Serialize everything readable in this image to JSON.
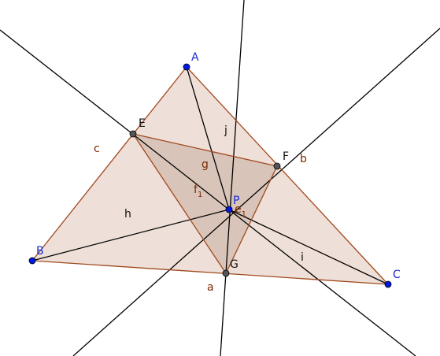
{
  "points": {
    "A": {
      "label": "A"
    },
    "B": {
      "label": "B"
    },
    "C": {
      "label": "C"
    },
    "E": {
      "label": "E"
    },
    "F": {
      "label": "F"
    },
    "G": {
      "label": "G"
    },
    "P": {
      "label": "P"
    }
  },
  "segments": {
    "a": {
      "label": "a"
    },
    "b": {
      "label": "b"
    },
    "c": {
      "label": "c"
    },
    "g": {
      "label": "g"
    },
    "h": {
      "label": "h"
    },
    "i": {
      "label": "i"
    },
    "j": {
      "label": "j"
    },
    "f1": {
      "label": "f",
      "sub": "1"
    },
    "e1": {
      "label": "e",
      "sub": "1"
    }
  },
  "colors": {
    "triangle_fill": "#eedfd8",
    "inner_fill": "#d9c4b9",
    "side_stroke": "#a04a1e",
    "line_stroke": "#000000",
    "blue_point": "#0018e6",
    "gray_point": "#555555"
  }
}
